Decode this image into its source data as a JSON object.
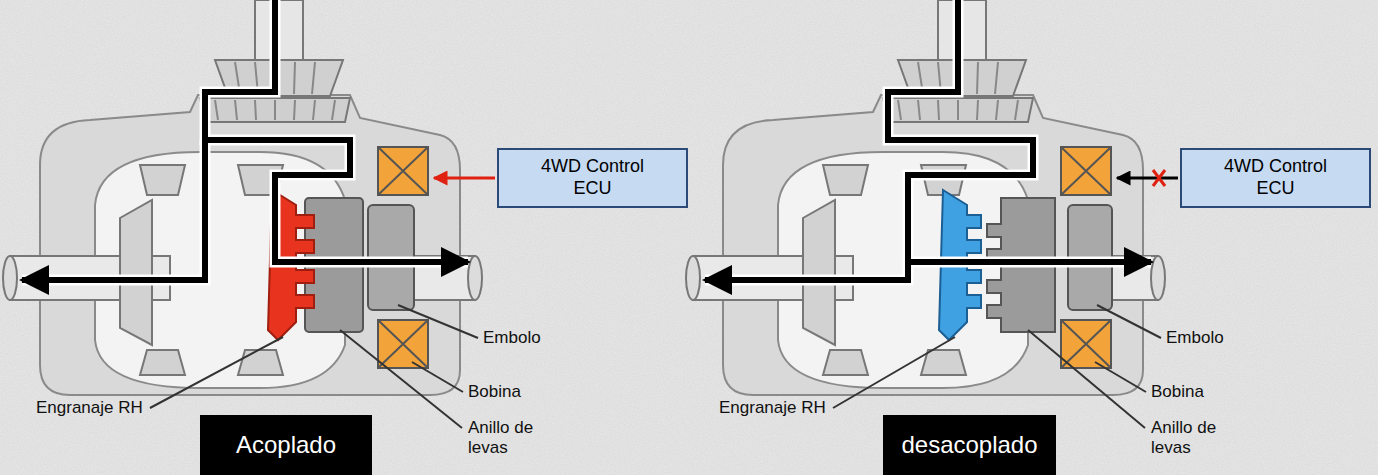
{
  "diagram": {
    "nodes": [
      {
        "text": [
          "4WD Control ECU"
        ]
      },
      {
        "text": [
          "Acoplado"
        ]
      },
      {
        "text": [
          "4WD Control ECU"
        ]
      },
      {
        "text": [
          "desacoplado"
        ]
      }
    ],
    "labels": [
      "Embolo",
      "Engranaje RH",
      "Bobina",
      "Anillo de levas",
      "Embolo",
      "Engranaje RH",
      "Bobina",
      "Anillo de levas"
    ]
  }
}
